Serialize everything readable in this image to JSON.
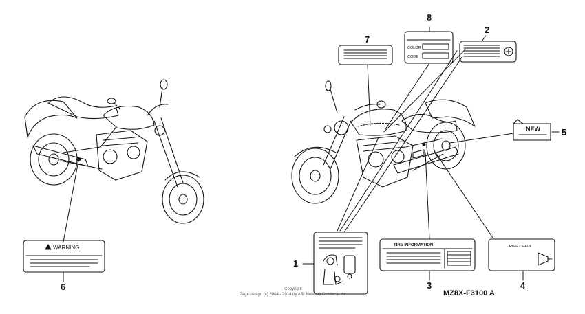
{
  "callouts": {
    "n1": "1",
    "n2": "2",
    "n3": "3",
    "n4": "4",
    "n5": "5",
    "n6": "6",
    "n7": "7",
    "n8": "8"
  },
  "labels": {
    "warning": "WARNING",
    "new": "NEW",
    "color": "COLOR",
    "code": "CODE",
    "tire_information": "TIRE INFORMATION",
    "drive_chain": "DRIVE CHAIN"
  },
  "diagram_code": "MZ8X-F3100 A",
  "copyright": {
    "line1": "Copyright",
    "line2": "Page design (c) 2004 - 2014 by ARI Network Services, Inc."
  }
}
